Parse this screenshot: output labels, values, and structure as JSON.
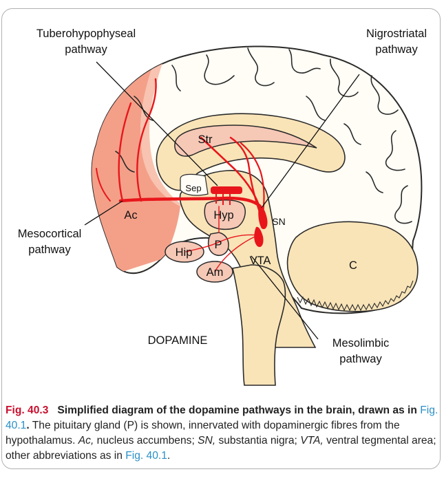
{
  "labels": {
    "tubero_line1": "Tuberohypophyseal",
    "tubero_line2": "pathway",
    "nigro_line1": "Nigrostriatal",
    "nigro_line2": "pathway",
    "meso_line1": "Mesocortical",
    "meso_line2": "pathway",
    "mesolimbic_line1": "Mesolimbic",
    "mesolimbic_line2": "pathway",
    "str": "Str",
    "sep": "Sep",
    "hyp": "Hyp",
    "ac": "Ac",
    "sn": "SN",
    "p": "P",
    "hip": "Hip",
    "am": "Am",
    "vta": "VTA",
    "c": "C",
    "dopamine": "DOPAMINE"
  },
  "caption": {
    "fignum": "Fig. 40.3",
    "title_a": "Simplified diagram of the dopamine pathways in the brain, drawn as in ",
    "title_link": "Fig. 40.1",
    "title_b": ".",
    "text1": " The pituitary gland (P) is shown, innervated with dopaminergic fibres from the hypothalamus. ",
    "ac_abbr": "Ac,",
    "ac_def": " nucleus accumbens; ",
    "sn_abbr": "SN,",
    "sn_def": " substantia nigra; ",
    "vta_abbr": "VTA,",
    "vta_def": " ventral tegmental area; other abbreviations as in ",
    "end_link": "Fig. 40.1",
    "end": "."
  },
  "colors": {
    "pathway": "#e8161b",
    "frontal": "#f4a089",
    "nuclei": "#f6c8b6",
    "deep": "#f9e4b8",
    "outline": "#2a2a2a",
    "caption_red": "#c8102e",
    "link_blue": "#2a8fc6"
  }
}
